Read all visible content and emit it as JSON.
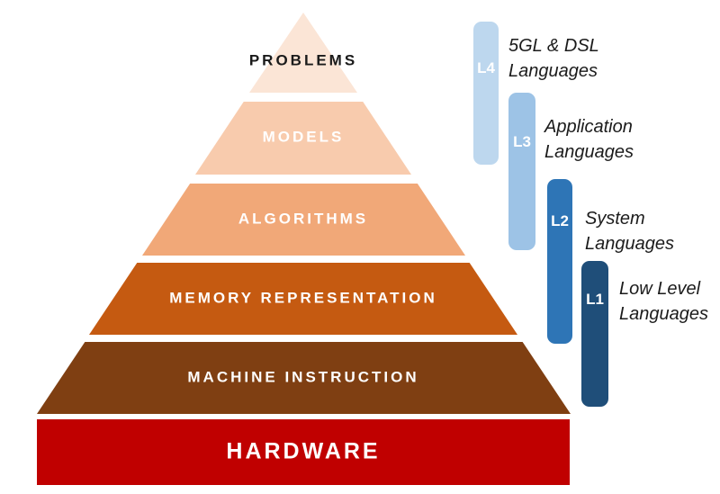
{
  "diagram": {
    "pyramid_layers": [
      {
        "label": "PROBLEMS",
        "color": "#FBE5D6",
        "text_color": "#1A1A1A"
      },
      {
        "label": "MODELS",
        "color": "#F8CBAD",
        "text_color": "#FFFFFF"
      },
      {
        "label": "ALGORITHMS",
        "color": "#F1A878",
        "text_color": "#FFFFFF"
      },
      {
        "label": "MEMORY REPRESENTATION",
        "color": "#C55A11",
        "text_color": "#FFFFFF"
      },
      {
        "label": "MACHINE INSTRUCTION",
        "color": "#7F3F12",
        "text_color": "#FFFFFF"
      },
      {
        "label": "HARDWARE",
        "color": "#C00000",
        "text_color": "#FFFFFF"
      }
    ],
    "language_levels": [
      {
        "badge": "L4",
        "lines": [
          "5GL & DSL",
          "Languages"
        ],
        "color": "#BDD7EE"
      },
      {
        "badge": "L3",
        "lines": [
          "Application",
          "Languages"
        ],
        "color": "#9DC3E6"
      },
      {
        "badge": "L2",
        "lines": [
          "System",
          "Languages"
        ],
        "color": "#2E75B6"
      },
      {
        "badge": "L1",
        "lines": [
          "Low Level",
          "Languages"
        ],
        "color": "#1F4E79"
      }
    ]
  }
}
